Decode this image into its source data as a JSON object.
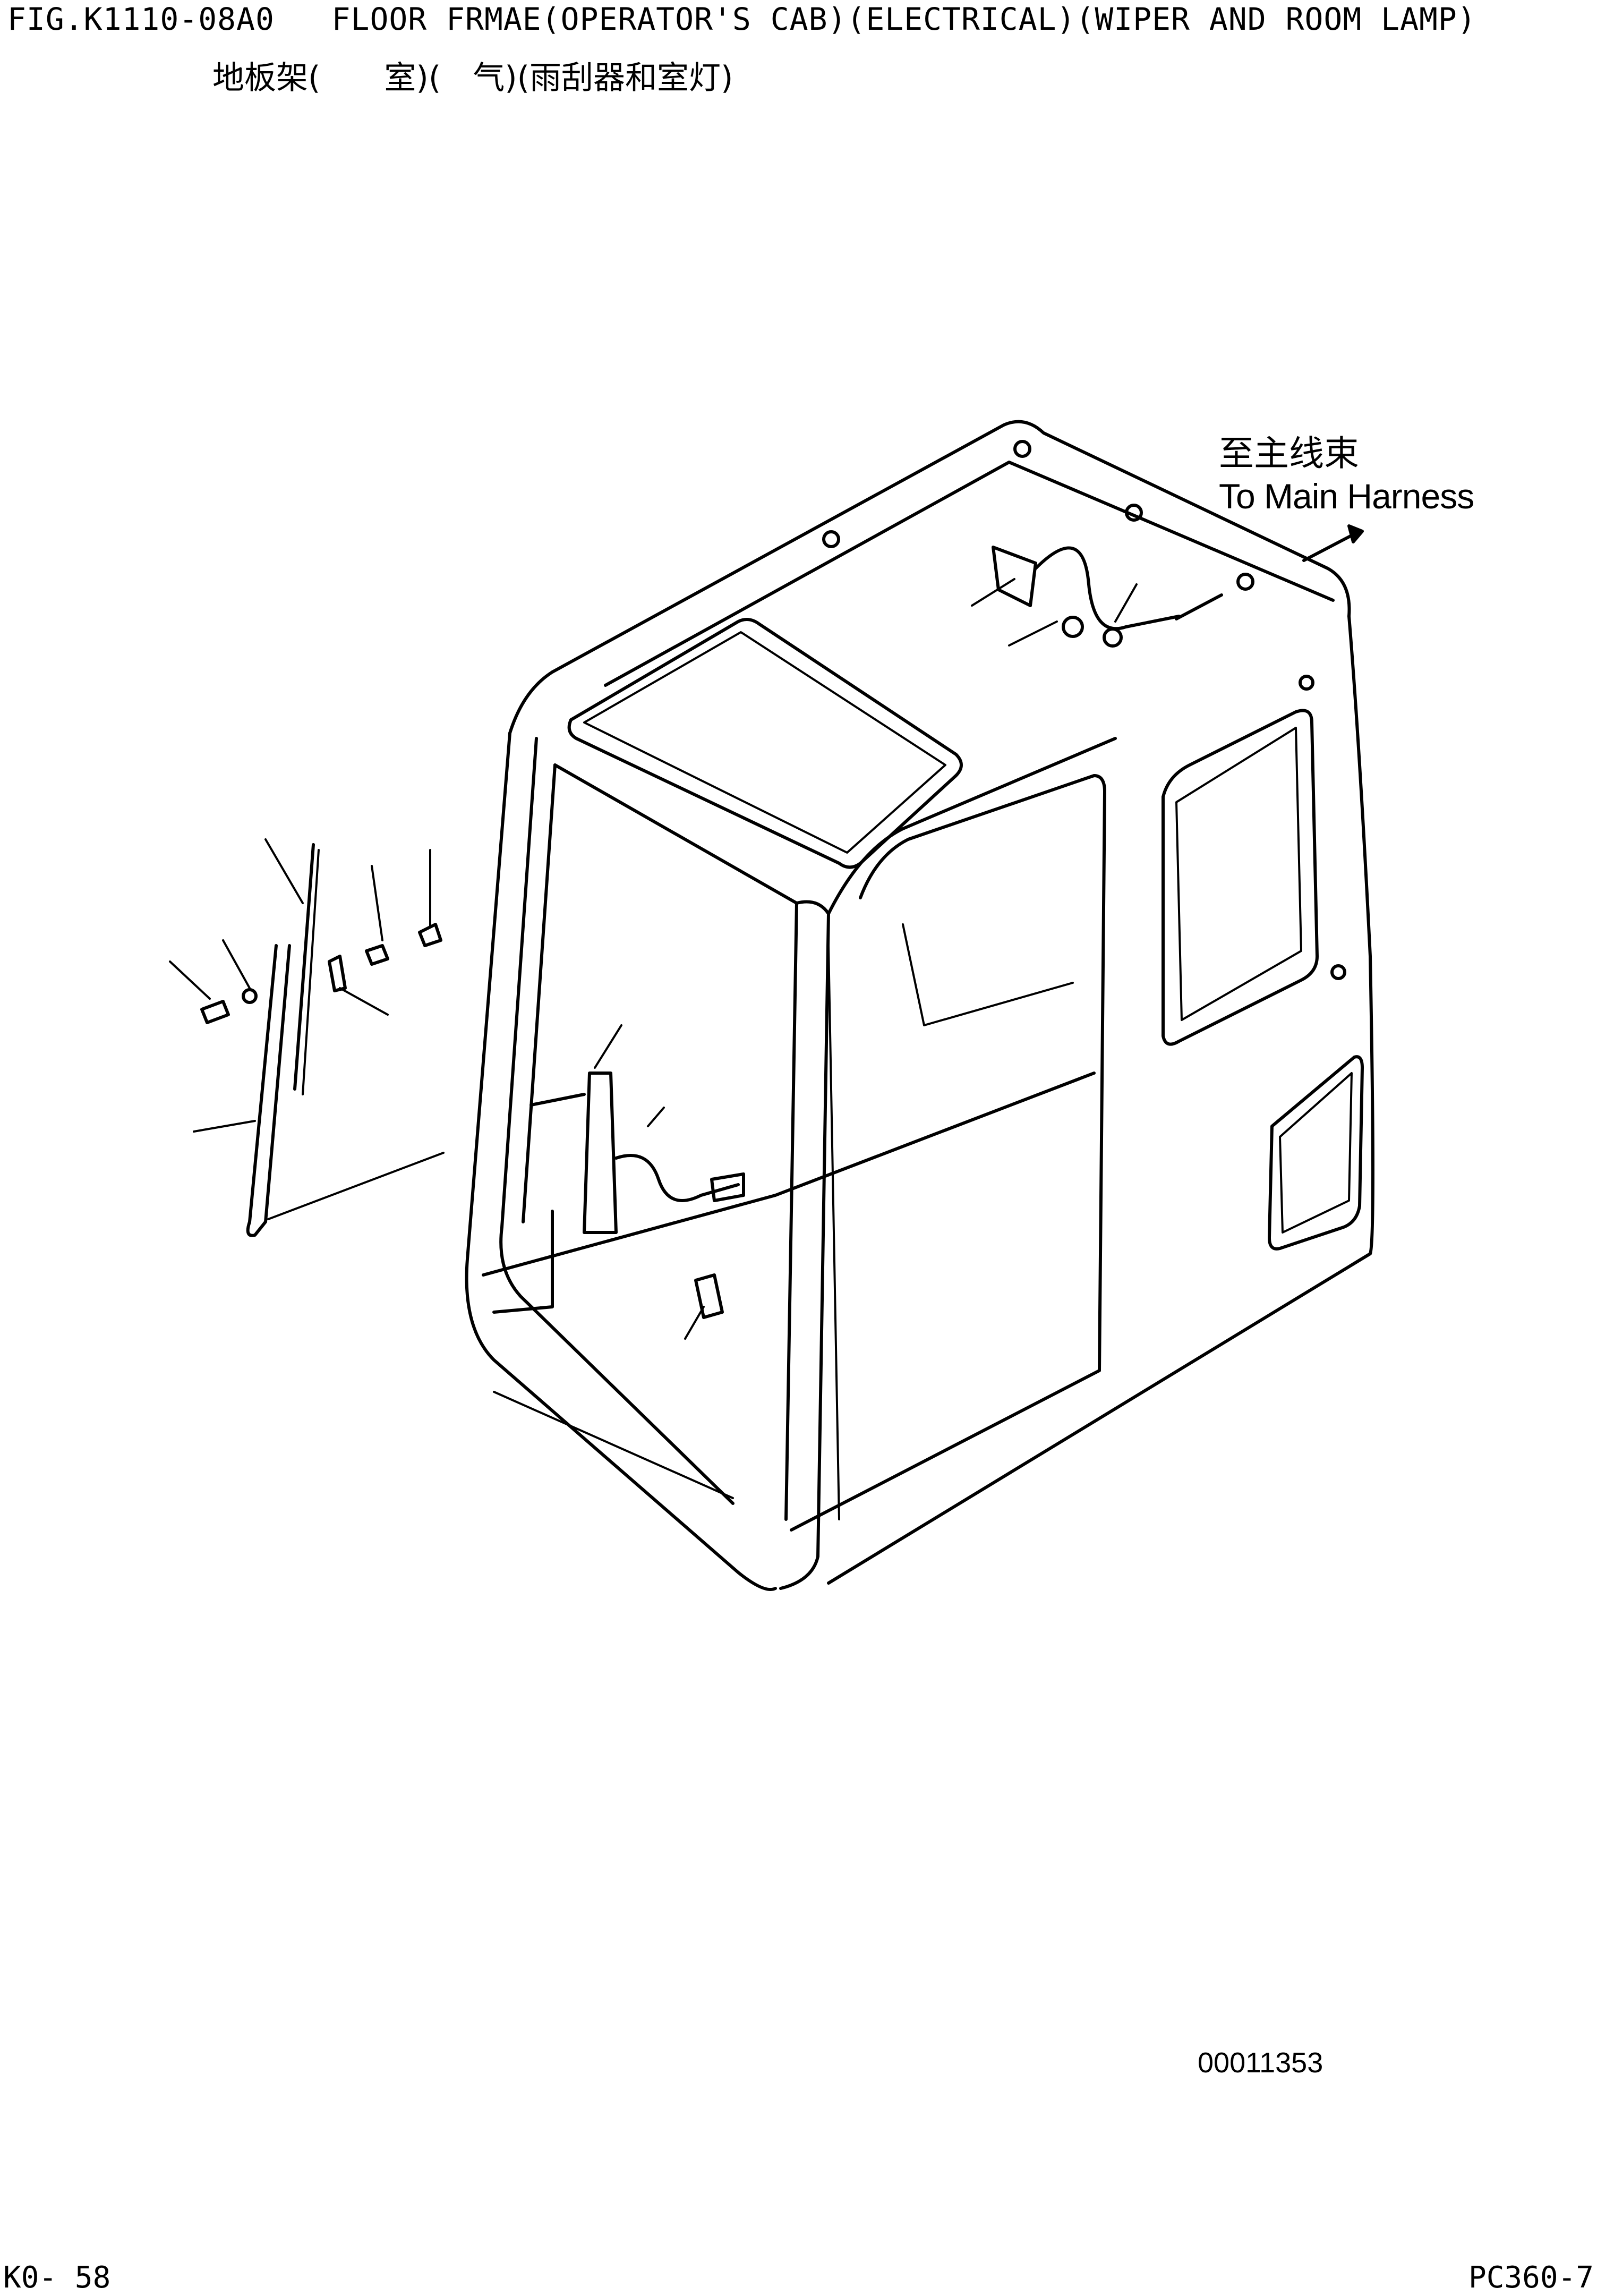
{
  "header": {
    "figure_title": "FIG.K1110-08A0   FLOOR FRMAE(OPERATOR'S CAB)(ELECTRICAL)(WIPER AND ROOM LAMP)",
    "figure_title_cn": "地板架(　　室)(　气)(雨刮器和室灯)"
  },
  "callout": {
    "harness_cn": "至主线束",
    "harness_en": "To Main Harness"
  },
  "drawing_number": "00011353",
  "footer": {
    "page_code": "K0- 58",
    "model": "PC360-7"
  }
}
